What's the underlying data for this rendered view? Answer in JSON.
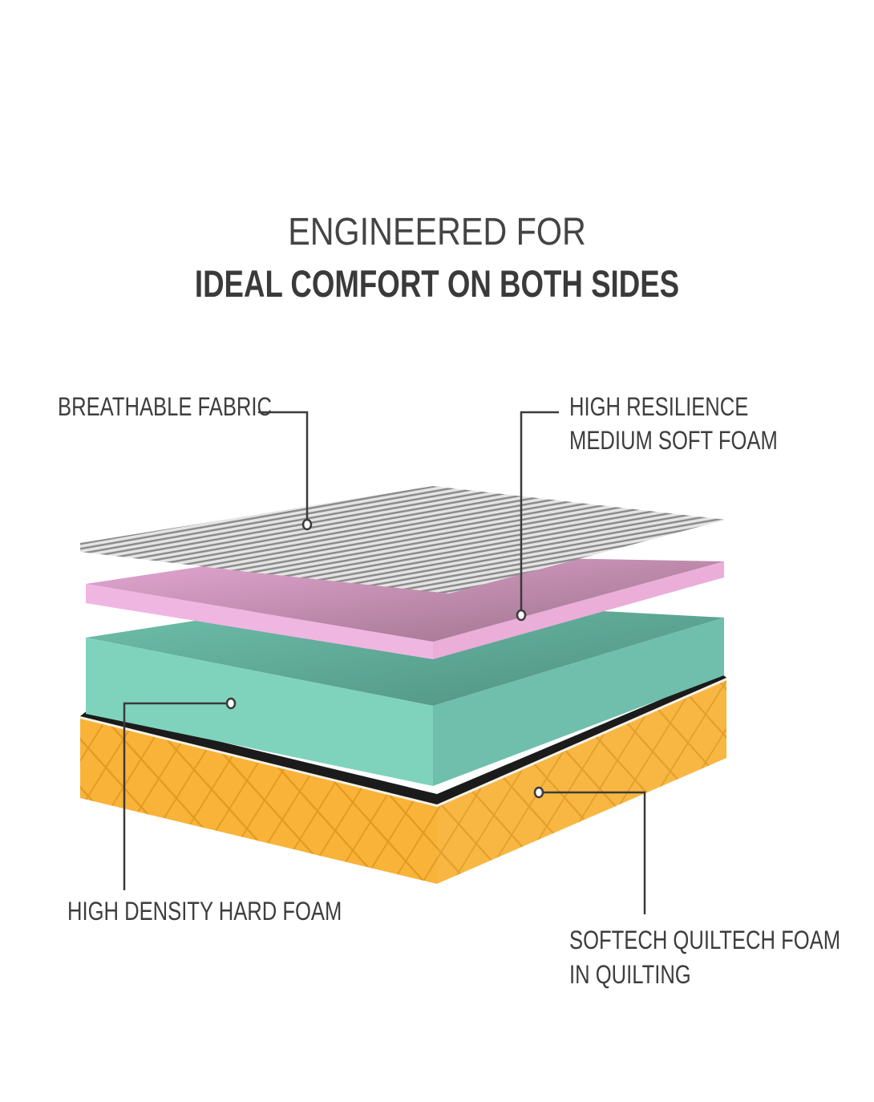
{
  "heading": {
    "line1": "ENGINEERED FOR",
    "line2": "IDEAL COMFORT ON BOTH SIDES"
  },
  "layers": [
    {
      "name": "fabric",
      "label": "BREATHABLE FABRIC",
      "color": "#b9b9b9"
    },
    {
      "name": "resilience-foam",
      "label_line1": "HIGH RESILIENCE",
      "label_line2": "MEDIUM SOFT FOAM",
      "color": "#c98fb5"
    },
    {
      "name": "hard-foam",
      "label": "HIGH DENSITY HARD FOAM",
      "color": "#7fcdb8"
    },
    {
      "name": "quilting",
      "label_line1": "SOFTECH QUILTECH FOAM",
      "label_line2": "IN QUILTING",
      "color": "#f8b13c"
    }
  ]
}
